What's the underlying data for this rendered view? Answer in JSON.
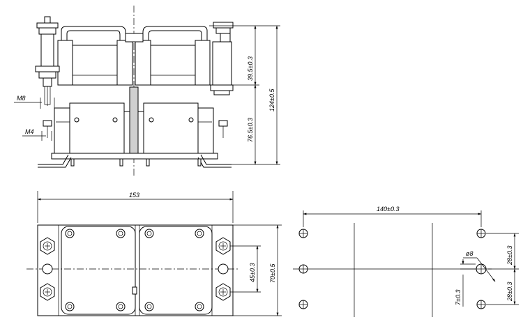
{
  "front_view": {
    "callouts": {
      "m8": "M8",
      "m4": "M4"
    },
    "dimensions": {
      "top_section": "39.5±0.3",
      "lower_section": "76.5±0.3",
      "overall_height": "124±0.5"
    }
  },
  "plan_view": {
    "dimensions": {
      "overall_width": "153",
      "hole_spacing": "45±0.3",
      "overall_depth": "70±0.5"
    }
  },
  "mounting_layout": {
    "dimensions": {
      "hole_span": "140±0.3",
      "hole_diameter": "ø8",
      "upper_pitch": "28±0.3",
      "lower_pitch": "28±0.3",
      "offset": "7±0.3"
    }
  }
}
